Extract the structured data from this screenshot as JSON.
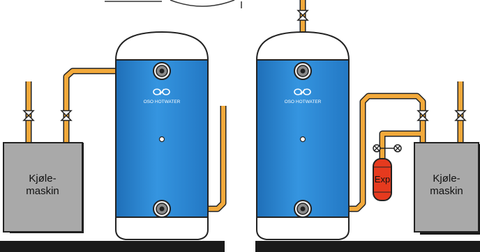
{
  "left_system": {
    "chiller_label_line1": "Kjøle-",
    "chiller_label_line2": "maskin",
    "tank_brand": "OSO HOTWATER"
  },
  "right_system": {
    "chiller_label_line1": "Kjøle-",
    "chiller_label_line2": "maskin",
    "tank_brand": "OSO HOTWATER",
    "expansion_tank_label": "Exp"
  },
  "colors": {
    "tank_blue": "#2E8BD8",
    "pipe_orange": "#F2A93B",
    "chiller_gray": "#A9A9A9",
    "expansion_red": "#E63A1E",
    "floor_black": "#1A1A1A"
  }
}
